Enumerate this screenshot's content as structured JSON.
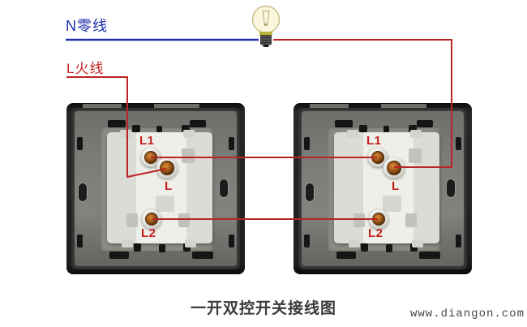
{
  "diagram": {
    "neutral_label": "N零线",
    "live_label": "L火线",
    "caption": "一开双控开关接线图",
    "watermark": "www.diangon.com"
  },
  "switches": [
    {
      "name": "left two-way switch (rear view)",
      "terminals": {
        "l1": "L1",
        "l": "L",
        "l2": "L2"
      }
    },
    {
      "name": "right two-way switch (rear view)",
      "terminals": {
        "l1": "L1",
        "l": "L",
        "l2": "L2"
      }
    }
  ],
  "colors": {
    "neutral_wire": "#2233aa",
    "live_wire": "#bb2424",
    "neutral_label_text": "#1f2fae",
    "live_label_text": "#c62222",
    "terminal_label_text": "#c41f1f",
    "brass_terminal": "#a05a1a",
    "caption_text": "#3a3a3a",
    "watermark_text": "#474747"
  }
}
